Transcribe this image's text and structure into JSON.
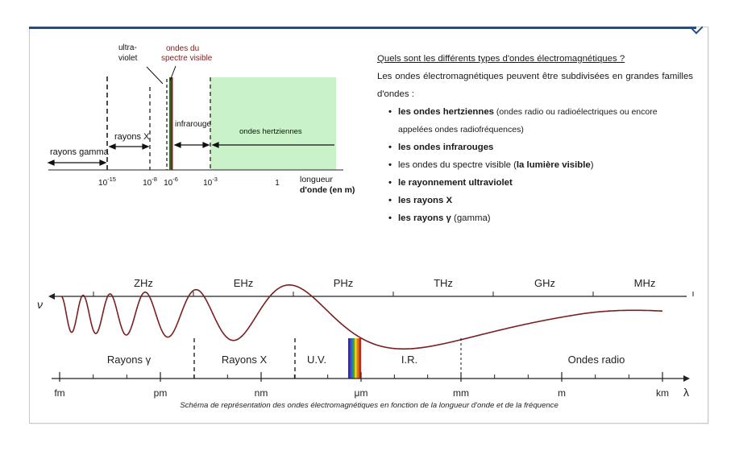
{
  "top_diagram": {
    "regions": {
      "gamma": "rayons gamma",
      "x": "rayons X",
      "uv": "ultra-\nviolet",
      "visible": "ondes du\nspectre visible",
      "ir": "infrarouge",
      "hertz": "ondes hertziennes"
    },
    "ticks": [
      {
        "base": "10",
        "exp": "-15"
      },
      {
        "base": "10",
        "exp": "-8"
      },
      {
        "base": "10",
        "exp": "-6"
      },
      {
        "base": "10",
        "exp": "-3"
      },
      {
        "base": "1",
        "exp": ""
      }
    ],
    "axis_label_line1": "longueur",
    "axis_label_line2": "d'onde (en m)",
    "hertz_color": "#c9f2c9"
  },
  "text_panel": {
    "question": "Quels sont les différents types d'ondes électromagnétiques ?",
    "intro": "Les ondes électromagnétiques peuvent être subdivisées en grandes familles d'ondes :",
    "items": [
      {
        "bold": "les ondes hertziennes",
        "rest": " (ondes radio ou radioélectriques ou encore appelées ondes radiofréquences)"
      },
      {
        "bold": "les ondes infrarouges",
        "rest": ""
      },
      {
        "pre": "les ondes du spectre visible (",
        "bold": "la lumière visible",
        "rest": ")"
      },
      {
        "bold": "le rayonnement ultraviolet",
        "rest": ""
      },
      {
        "bold": "les rayons X",
        "rest": ""
      },
      {
        "bold": "les rayons γ",
        "rest": " (gamma)"
      }
    ]
  },
  "bottom_diagram": {
    "nu_symbol": "ν",
    "lambda_symbol": "λ",
    "frequencies": [
      "ZHz",
      "EHz",
      "PHz",
      "THz",
      "GHz",
      "MHz"
    ],
    "regions": [
      "Rayons γ",
      "Rayons X",
      "U.V.",
      "I.R.",
      "Ondes radio"
    ],
    "wavelengths": [
      "fm",
      "pm",
      "nm",
      "μm",
      "mm",
      "m",
      "km"
    ],
    "caption": "Schéma de représentation des ondes électromagnétiques en fonction de la longueur d'onde et de la fréquence",
    "wave_color": "#7a1f1f",
    "spectrum_colors": [
      "#3a2a8c",
      "#2a5fd0",
      "#2aa84a",
      "#e6d21a",
      "#e07a1a",
      "#c8281a"
    ]
  },
  "colors": {
    "frame_accent": "#1f4e8c",
    "text": "#1a1a1a"
  }
}
